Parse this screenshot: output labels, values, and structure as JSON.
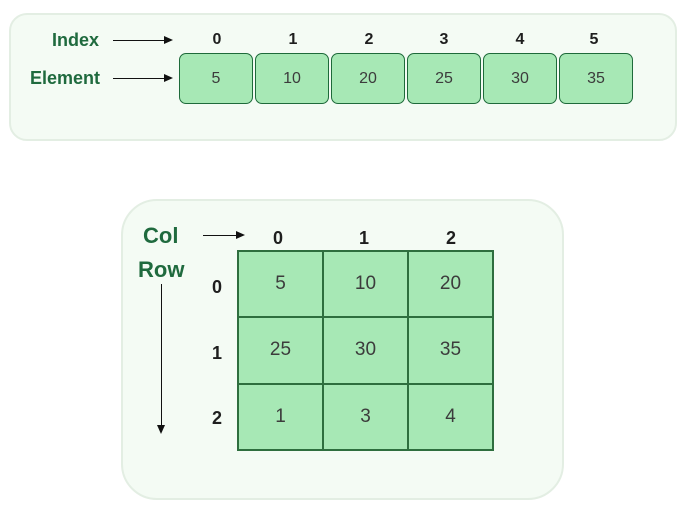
{
  "array_1d": {
    "index_label": "Index",
    "element_label": "Element",
    "indices": [
      "0",
      "1",
      "2",
      "3",
      "4",
      "5"
    ],
    "elements": [
      "5",
      "10",
      "20",
      "25",
      "30",
      "35"
    ]
  },
  "array_2d": {
    "col_label": "Col",
    "row_label": "Row",
    "col_indices": [
      "0",
      "1",
      "2"
    ],
    "row_indices": [
      "0",
      "1",
      "2"
    ],
    "cells": [
      [
        "5",
        "10",
        "20"
      ],
      [
        "25",
        "30",
        "35"
      ],
      [
        "1",
        "3",
        "4"
      ]
    ]
  },
  "colors": {
    "cell_fill": "#a7e8b5",
    "cell_border": "#1e6a3a",
    "label_text": "#1f6a3e",
    "panel_fill": "#f4fbf4"
  }
}
